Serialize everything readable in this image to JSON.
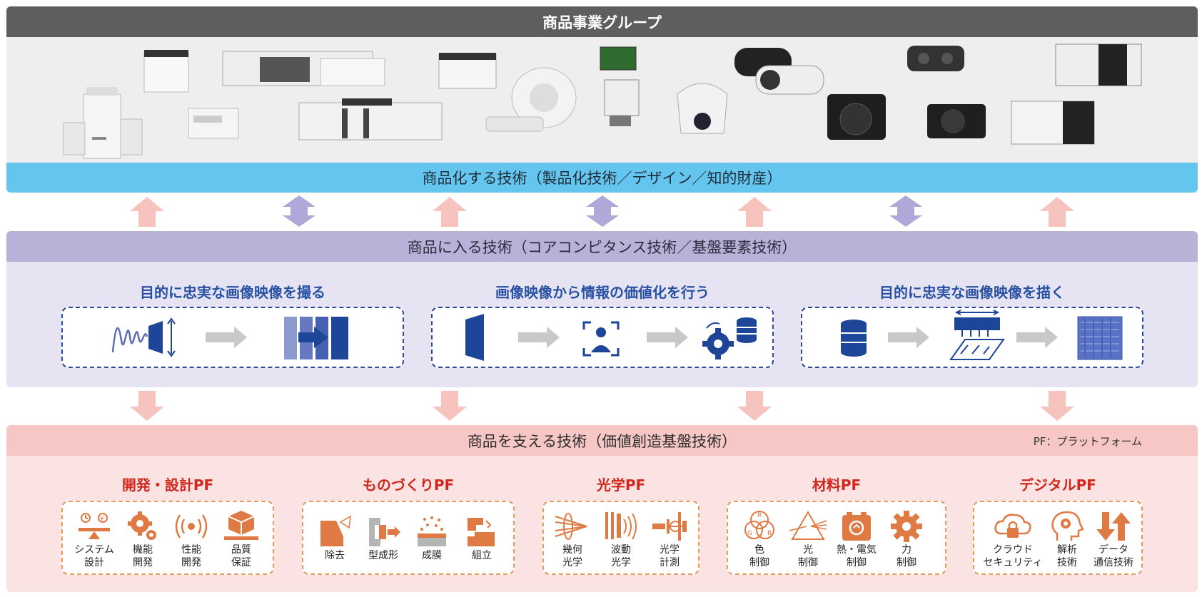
{
  "header": {
    "title": "商品事業グループ"
  },
  "bars": {
    "commercialize": "商品化する技術（製品化技術／デザイン／知的財産）",
    "core": "商品に入る技術（コアコンピタンス技術／基盤要素技術）",
    "support": "商品を支える技術（価値創造基盤技術）"
  },
  "pf_note": "PF：プラットフォーム",
  "core_sections": [
    {
      "title": "目的に忠実な画像映像を撮る"
    },
    {
      "title": "画像映像から情報の価値化を行う"
    },
    {
      "title": "目的に忠実な画像映像を描く"
    }
  ],
  "platforms": [
    {
      "title": "開発・設計PF",
      "items": [
        {
          "l1": "システム",
          "l2": "設計",
          "icon": "balance-scale-icon"
        },
        {
          "l1": "機能",
          "l2": "開発",
          "icon": "gears-icon"
        },
        {
          "l1": "性能",
          "l2": "開発",
          "icon": "signal-icon"
        },
        {
          "l1": "品質",
          "l2": "保証",
          "icon": "box-impact-icon"
        }
      ]
    },
    {
      "title": "ものづくりPF",
      "items": [
        {
          "l1": "除去",
          "l2": "",
          "icon": "cutting-icon"
        },
        {
          "l1": "型成形",
          "l2": "",
          "icon": "molding-icon"
        },
        {
          "l1": "成膜",
          "l2": "",
          "icon": "deposition-icon"
        },
        {
          "l1": "組立",
          "l2": "",
          "icon": "assembly-icon"
        }
      ]
    },
    {
      "title": "光学PF",
      "items": [
        {
          "l1": "幾何",
          "l2": "光学",
          "icon": "lens-rays-icon"
        },
        {
          "l1": "波動",
          "l2": "光学",
          "icon": "wave-icon"
        },
        {
          "l1": "光学",
          "l2": "計測",
          "icon": "measure-icon"
        }
      ]
    },
    {
      "title": "材料PF",
      "items": [
        {
          "l1": "色",
          "l2": "制御",
          "icon": "rgb-icon"
        },
        {
          "l1": "光",
          "l2": "制御",
          "icon": "prism-icon"
        },
        {
          "l1": "熱・電気",
          "l2": "制御",
          "icon": "battery-icon"
        },
        {
          "l1": "力",
          "l2": "制御",
          "icon": "gear-icon"
        }
      ]
    },
    {
      "title": "デジタルPF",
      "items": [
        {
          "l1": "クラウド",
          "l2": "セキュリティ",
          "icon": "cloud-lock-icon"
        },
        {
          "l1": "解析",
          "l2": "技術",
          "icon": "brain-icon"
        },
        {
          "l1": "データ",
          "l2": "通信技術",
          "icon": "updown-arrows-icon"
        }
      ]
    }
  ],
  "colors": {
    "header": "#5f5e5e",
    "commercialize": "#64c6ef",
    "core": "#b8b2d9",
    "support": "#f6c7c4",
    "core_blue": "#2851a3",
    "pf_red": "#d0281c",
    "pf_orange": "#e07a45"
  }
}
